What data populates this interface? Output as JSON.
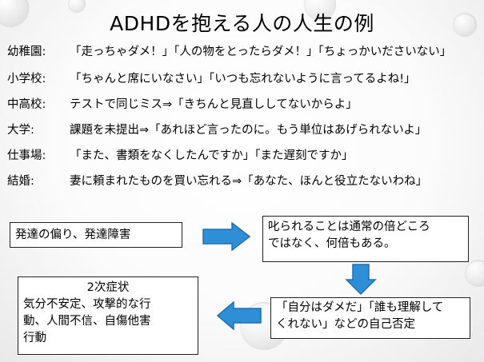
{
  "slide": {
    "title": "ADHDを抱える人の人生の例",
    "rows": [
      {
        "label": "幼稚園:",
        "text": "「走っちゃダメ！」「人の物をとったらダメ！」「ちょっかいださいない」"
      },
      {
        "label": "小学校:",
        "text": "「ちゃんと席にいなさい」「いつも忘れないように言ってるよね!」"
      },
      {
        "label": "中高校:",
        "text": "テストで同じミス⇒「きちんと見直ししてないからよ」"
      },
      {
        "label": "大学:",
        "text": "課題を未提出⇒「あれほど言ったのに。もう単位はあげられないよ」"
      },
      {
        "label": "仕事場:",
        "text": "「また、書類をなくしたんですか」「また遅刻ですか」"
      },
      {
        "label": "結婚:",
        "text": "妻に頼まれたものを買い忘れる⇒「あなた、ほんと役立たないわね」"
      }
    ],
    "boxes": {
      "developmental": "発達の偏り、発達障害",
      "scolded_line1": "叱られることは通常の倍どころ",
      "scolded_line2": "ではなく、何倍もある。",
      "self_negation_line1": "「自分はダメだ」「誰も理解して",
      "self_negation_line2": "くれない」などの自己否定",
      "secondary_title": "2次症状",
      "secondary_line1": "気分不安定、攻撃的な行",
      "secondary_line2": "動、人間不信、自傷他害",
      "secondary_line3": "行動"
    },
    "colors": {
      "arrow": "#2e8fd6",
      "arrow_edge": "#1f6fb0"
    }
  }
}
